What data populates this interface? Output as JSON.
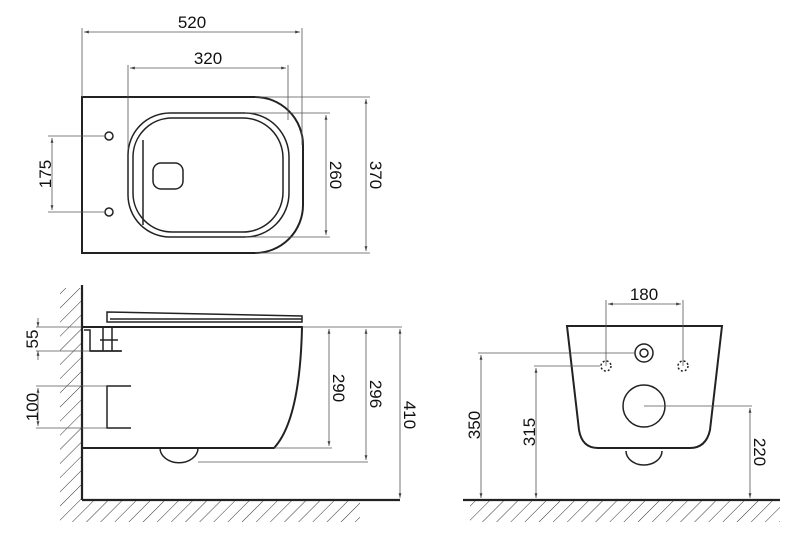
{
  "top_view": {
    "overall_width": "520",
    "bowl_width": "320",
    "mounting_spacing": "175",
    "bowl_depth": "260",
    "overall_depth": "370"
  },
  "side_view": {
    "bracket_height": "55",
    "outlet_height": "100",
    "bowl_height": "290",
    "body_height": "296",
    "rim_height": "410"
  },
  "back_view": {
    "bolt_spacing": "180",
    "inlet_height": "350",
    "bolt_height": "315",
    "outlet_height": "220"
  },
  "colors": {
    "line": "#222222",
    "dimension": "#555555",
    "background": "#ffffff"
  }
}
